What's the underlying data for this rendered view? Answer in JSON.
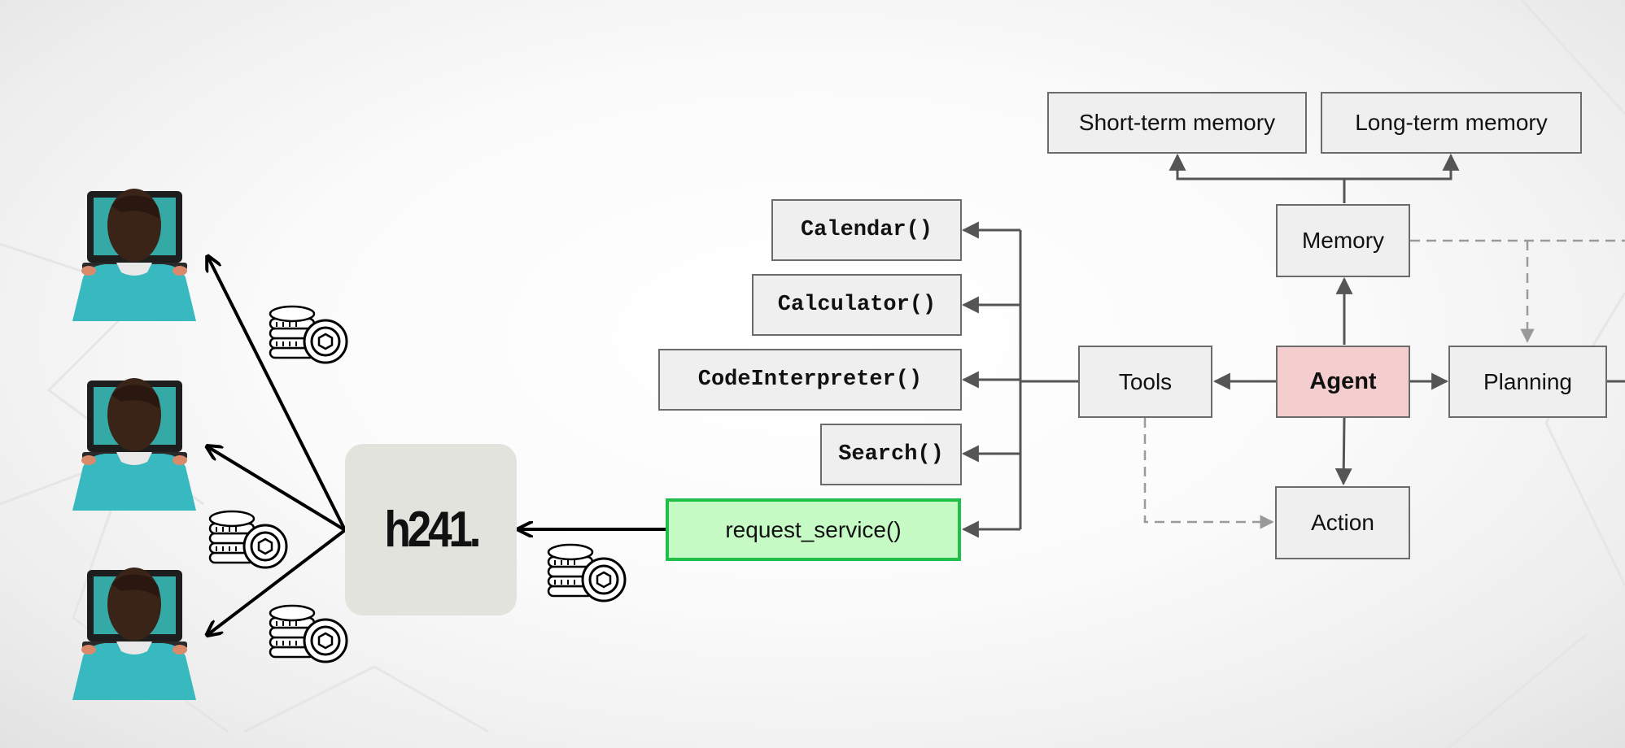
{
  "hub": {
    "label": "h241."
  },
  "agent_diagram": {
    "memory_types": [
      "Short-term memory",
      "Long-term memory"
    ],
    "memory": "Memory",
    "agent": "Agent",
    "tools": "Tools",
    "planning": "Planning",
    "action": "Action",
    "tool_functions": [
      "Calendar()",
      "Calculator()",
      "CodeInterpreter()",
      "Search()"
    ],
    "request_tool": "request_service()"
  },
  "colors": {
    "agent_fill": "#f4cdcf",
    "request_fill": "#c6fbc6",
    "request_border": "#1fbf4a",
    "box_fill": "#efefef",
    "box_border": "#6b6b6b",
    "hub_fill": "#e3e3dd",
    "user_screen": "#34a9a6",
    "user_shirt": "#38b8bf"
  },
  "icons": [
    "user-at-laptop-icon",
    "coins-token-icon"
  ]
}
